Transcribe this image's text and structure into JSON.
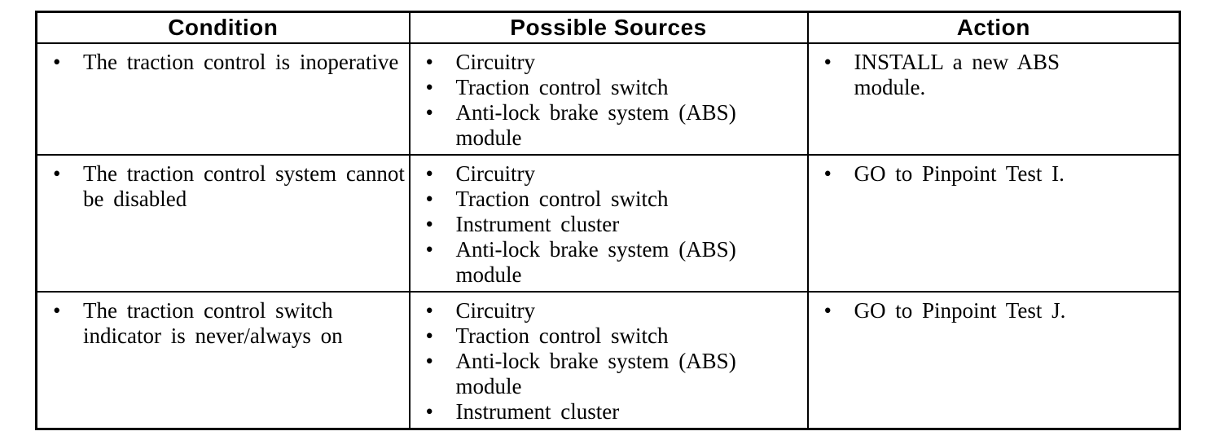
{
  "colors": {
    "background": "#ffffff",
    "text": "#000000",
    "border": "#000000"
  },
  "table": {
    "bullet": "•",
    "headers": [
      "Condition",
      "Possible Sources",
      "Action"
    ],
    "rows": [
      {
        "condition": [
          "The traction control is inoperative"
        ],
        "sources": [
          "Circuitry",
          "Traction control switch",
          "Anti-lock brake system (ABS) module"
        ],
        "action": [
          "INSTALL a new ABS module."
        ]
      },
      {
        "condition": [
          "The traction control system cannot be disabled"
        ],
        "sources": [
          "Circuitry",
          "Traction control switch",
          "Instrument cluster",
          "Anti-lock brake system (ABS) module"
        ],
        "action": [
          "GO to Pinpoint Test I."
        ]
      },
      {
        "condition": [
          "The traction control switch indicator is never/always on"
        ],
        "sources": [
          "Circuitry",
          "Traction control switch",
          "Anti-lock brake system (ABS) module",
          "Instrument cluster"
        ],
        "action": [
          "GO to Pinpoint Test J."
        ]
      }
    ]
  }
}
